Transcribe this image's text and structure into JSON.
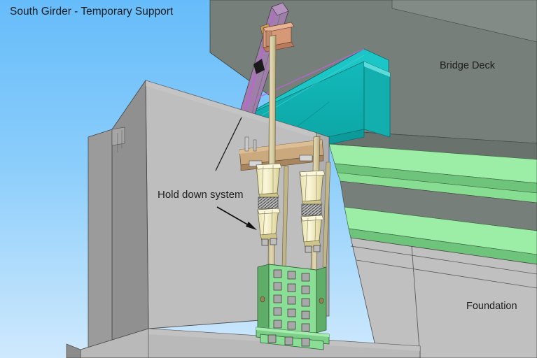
{
  "title": "South Girder - Temporary Support",
  "labels": {
    "title": "South Girder - Temporary Support",
    "bridge_deck": "Bridge Deck",
    "foundation": "Foundation",
    "hold_down_system": "Hold down system"
  },
  "colors": {
    "sky_top": "#6FC0FA",
    "sky_bottom": "#CBE7FD",
    "concrete_light": "#B4B4B4",
    "concrete_front": "#BFBFBF",
    "concrete_side": "#8E8E8E",
    "concrete_dark": "#9A9A9A",
    "deck_soffit": "#767F79",
    "deck_soffit_dark": "#6A726D",
    "girder_teal": "#0FB2B2",
    "girder_teal_light": "#2FC9C9",
    "girder_teal_dark": "#0B9797",
    "beam_green": "#8EE89A",
    "beam_green_dark": "#5FB86C",
    "beam_green_mid": "#74CE80",
    "bracket_green": "#86D88F",
    "bracket_green_dark": "#4E9B58",
    "rod_tan": "#C9BE93",
    "rod_tan_light": "#DCD3AC",
    "spring_cream": "#F2EDBE",
    "spring_cream_dark": "#D9D093",
    "crossbeam_tan": "#C9A883",
    "crossbeam_tan_dark": "#A88564",
    "bracket_salmon": "#D79878",
    "diaphragm_purple": "#9E7FA8",
    "diaphragm_magenta": "#C061D8",
    "bolt_gray": "#9D9D9D",
    "outline": "#2b2b2b",
    "text": "#1d1d1d"
  },
  "scene": {
    "view_type": "3d-cad-perspective",
    "elements": [
      {
        "name": "sky-background",
        "kind": "background"
      },
      {
        "name": "bridge-deck-soffit",
        "kind": "slab"
      },
      {
        "name": "girder-teal",
        "kind": "plate-girder"
      },
      {
        "name": "green-beam-upper",
        "kind": "i-beam"
      },
      {
        "name": "green-beam-lower",
        "kind": "i-beam"
      },
      {
        "name": "concrete-pier",
        "kind": "pier"
      },
      {
        "name": "concrete-footing",
        "kind": "footing"
      },
      {
        "name": "foundation-wall",
        "kind": "wall"
      },
      {
        "name": "cross-frame-diaphragm",
        "kind": "diaphragm"
      },
      {
        "name": "top-bracket",
        "kind": "bracket"
      },
      {
        "name": "crossbeam",
        "kind": "beam"
      },
      {
        "name": "tie-rod-left",
        "kind": "rod"
      },
      {
        "name": "tie-rod-right",
        "kind": "rod"
      },
      {
        "name": "spring-assembly-left",
        "kind": "spring-stack"
      },
      {
        "name": "spring-assembly-right",
        "kind": "spring-stack"
      },
      {
        "name": "anchor-bracket",
        "kind": "bolted-bracket"
      }
    ]
  },
  "anchor_bracket": {
    "bolt_columns": 3,
    "bolt_rows": 5,
    "base_bolts": 3
  },
  "spring_stacks": {
    "count": 2,
    "blocks_per_stack": 2,
    "coil_between": true
  },
  "annotations": [
    {
      "name": "title-leader-line",
      "from": "title",
      "to": "girder-bottom"
    },
    {
      "name": "hold-down-arrow",
      "from": "hold-down-label",
      "to": "spring-assembly-left"
    }
  ]
}
